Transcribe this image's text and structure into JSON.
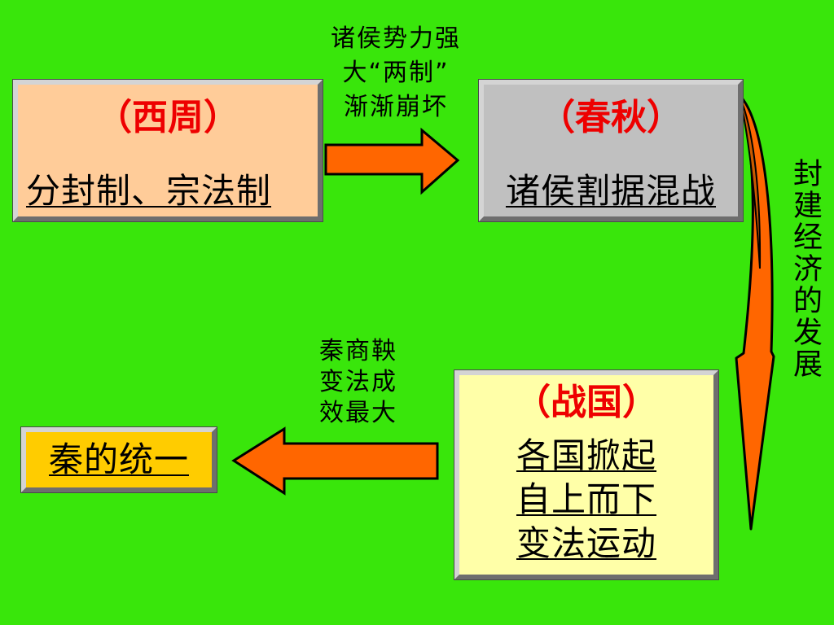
{
  "slide": {
    "background_color": "#39e60b"
  },
  "colors": {
    "title_red": "#ee0000",
    "arrow_orange": "#ff6600",
    "arrow_dark": "#c85a00"
  },
  "boxes": {
    "western_zhou": {
      "title": "（西周）",
      "lines": [
        "分封制、宗法制"
      ],
      "fill": "#ffcc99"
    },
    "spring_autumn": {
      "title": "（春秋）",
      "lines": [
        "诸侯割据混战"
      ],
      "fill": "#c0c0c0"
    },
    "warring_states": {
      "title": "（战国）",
      "lines": [
        "各国掀起",
        "自上而下",
        "变法运动"
      ],
      "fill": "#ffffa8"
    },
    "qin_unification": {
      "lines": [
        "秦的统一"
      ],
      "fill": "#ffcc00"
    }
  },
  "annotations": {
    "zhou_to_chunqiu": [
      "诸侯势力强",
      "大“两制”",
      "渐渐崩坏"
    ],
    "feudal_economy": "封建经济的发展",
    "warring_to_qin": [
      "秦商鞅",
      "变法成",
      "效最大"
    ]
  }
}
